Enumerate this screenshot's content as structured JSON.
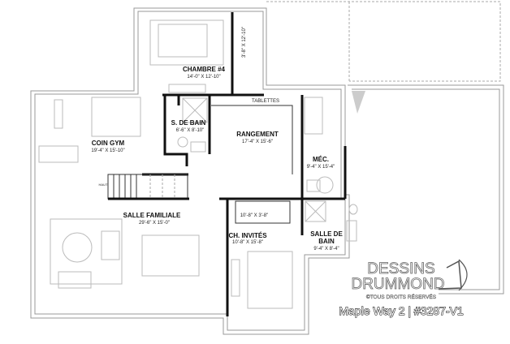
{
  "rooms": {
    "chambre4": {
      "name": "CHAMBRE #4",
      "dim": "14'-0\" X 12'-10\""
    },
    "closet_ch4": {
      "dim": "3'-8\" X 12'-10\""
    },
    "tablettes": {
      "name": "TABLETTES"
    },
    "sdb": {
      "name": "S. DE BAIN",
      "dim": "6'-6\" X 8'-10\""
    },
    "rangement": {
      "name": "RANGEMENT",
      "dim": "17'-4\" X 15'-6\""
    },
    "gym": {
      "name": "COIN GYM",
      "dim": "19'-4\" X 15'-10\""
    },
    "mec": {
      "name": "MÉC.",
      "dim": "9'-4\" X 15'-4\""
    },
    "stairs": {
      "name": "HAUT"
    },
    "familiale": {
      "name": "SALLE FAMILIALE",
      "dim": "29'-6\" X 15'-0\""
    },
    "closet_invites": {
      "dim": "10'-8\" X 3'-8\""
    },
    "invites": {
      "name": "CH. INVITÉS",
      "dim": "10'-8\" X 15'-8\""
    },
    "salle_bain": {
      "name1": "SALLE DE",
      "name2": "BAIN",
      "dim": "9'-4\" X 8'-4\""
    }
  },
  "branding": {
    "line1": "DESSINS",
    "line2": "DRUMMOND",
    "copyright": "©TOUS DROITS RÉSERVÉS",
    "plan_title": "Maple Way 2 | #3287-V1"
  }
}
